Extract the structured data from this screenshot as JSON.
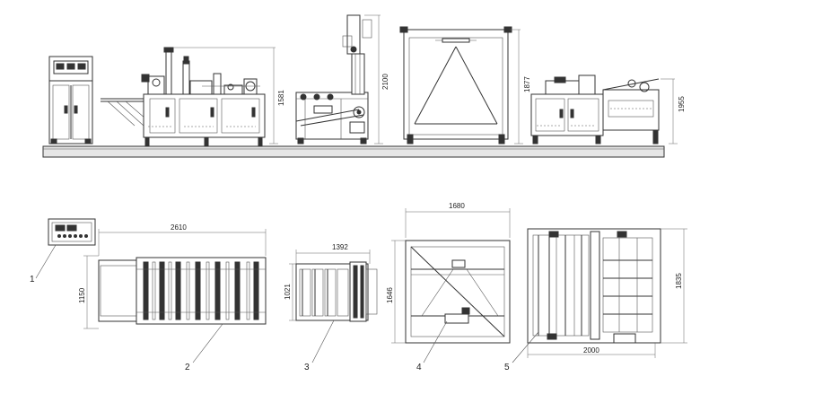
{
  "elevation": {
    "dimensions": {
      "m2_height": "1581",
      "m3_height": "2100",
      "m4_height": "1877",
      "m5_height": "1955"
    }
  },
  "plan": {
    "dimensions": {
      "m2_width": "2610",
      "m2_depth": "1150",
      "m3_width": "1392",
      "m3_depth": "1021",
      "m4_width": "1680",
      "m4_depth": "1646",
      "m5_width": "2000",
      "m5_depth": "1835"
    },
    "callouts": [
      "1",
      "2",
      "3",
      "4",
      "5"
    ]
  }
}
